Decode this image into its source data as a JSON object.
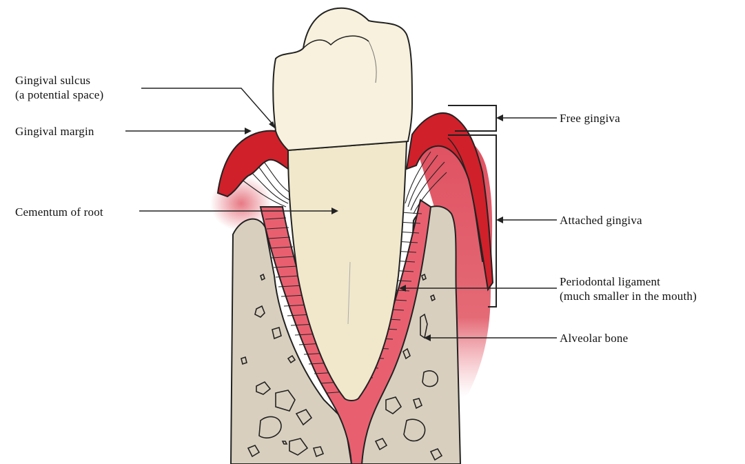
{
  "labels": {
    "gingival_sulcus": {
      "line1": "Gingival sulcus",
      "line2": "(a potential space)"
    },
    "gingival_margin": "Gingival margin",
    "cementum_of_root": "Cementum of root",
    "free_gingiva": "Free gingiva",
    "attached_gingiva": "Attached gingiva",
    "periodontal_ligament": {
      "line1": "Periodontal ligament",
      "line2": "(much smaller in the mouth)"
    },
    "alveolar_bone": "Alveolar bone"
  },
  "colors": {
    "gingiva": "#d0202a",
    "gingiva_light": "#e88088",
    "ligament": "#e86070",
    "bone": "#d8cfbe",
    "enamel": "#f7f1dd",
    "root": "#f1e8cc",
    "outline": "#222222"
  }
}
